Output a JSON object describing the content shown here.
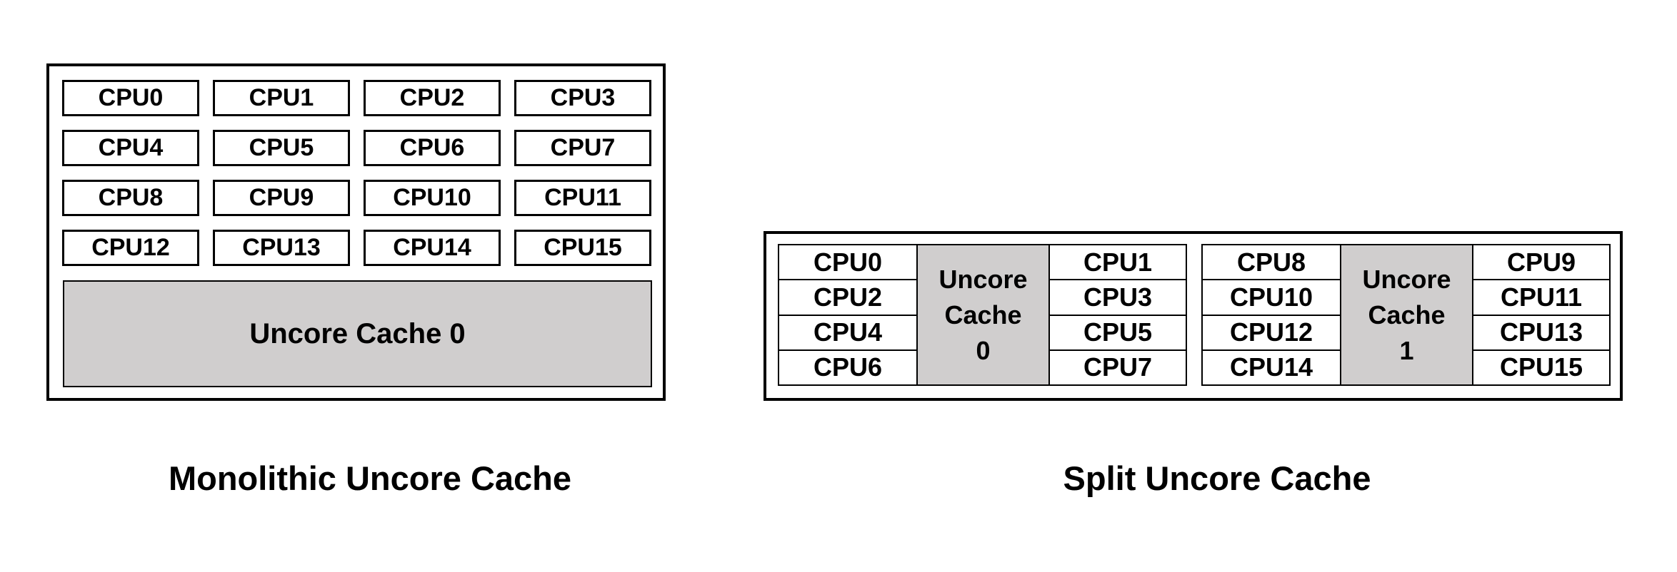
{
  "monolithic": {
    "caption": "Monolithic Uncore Cache",
    "cache_label": "Uncore Cache 0",
    "cpus": [
      "CPU0",
      "CPU1",
      "CPU2",
      "CPU3",
      "CPU4",
      "CPU5",
      "CPU6",
      "CPU7",
      "CPU8",
      "CPU9",
      "CPU10",
      "CPU11",
      "CPU12",
      "CPU13",
      "CPU14",
      "CPU15"
    ]
  },
  "split": {
    "caption": "Split Uncore Cache",
    "clusters": [
      {
        "cache_label_lines": [
          "Uncore",
          "Cache",
          "0"
        ],
        "left_cpus": [
          "CPU0",
          "CPU2",
          "CPU4",
          "CPU6"
        ],
        "right_cpus": [
          "CPU1",
          "CPU3",
          "CPU5",
          "CPU7"
        ]
      },
      {
        "cache_label_lines": [
          "Uncore",
          "Cache",
          "1"
        ],
        "left_cpus": [
          "CPU8",
          "CPU10",
          "CPU12",
          "CPU14"
        ],
        "right_cpus": [
          "CPU9",
          "CPU11",
          "CPU13",
          "CPU15"
        ]
      }
    ]
  },
  "colors": {
    "cache_fill": "#d0cece",
    "border": "#000000",
    "background": "#ffffff"
  }
}
